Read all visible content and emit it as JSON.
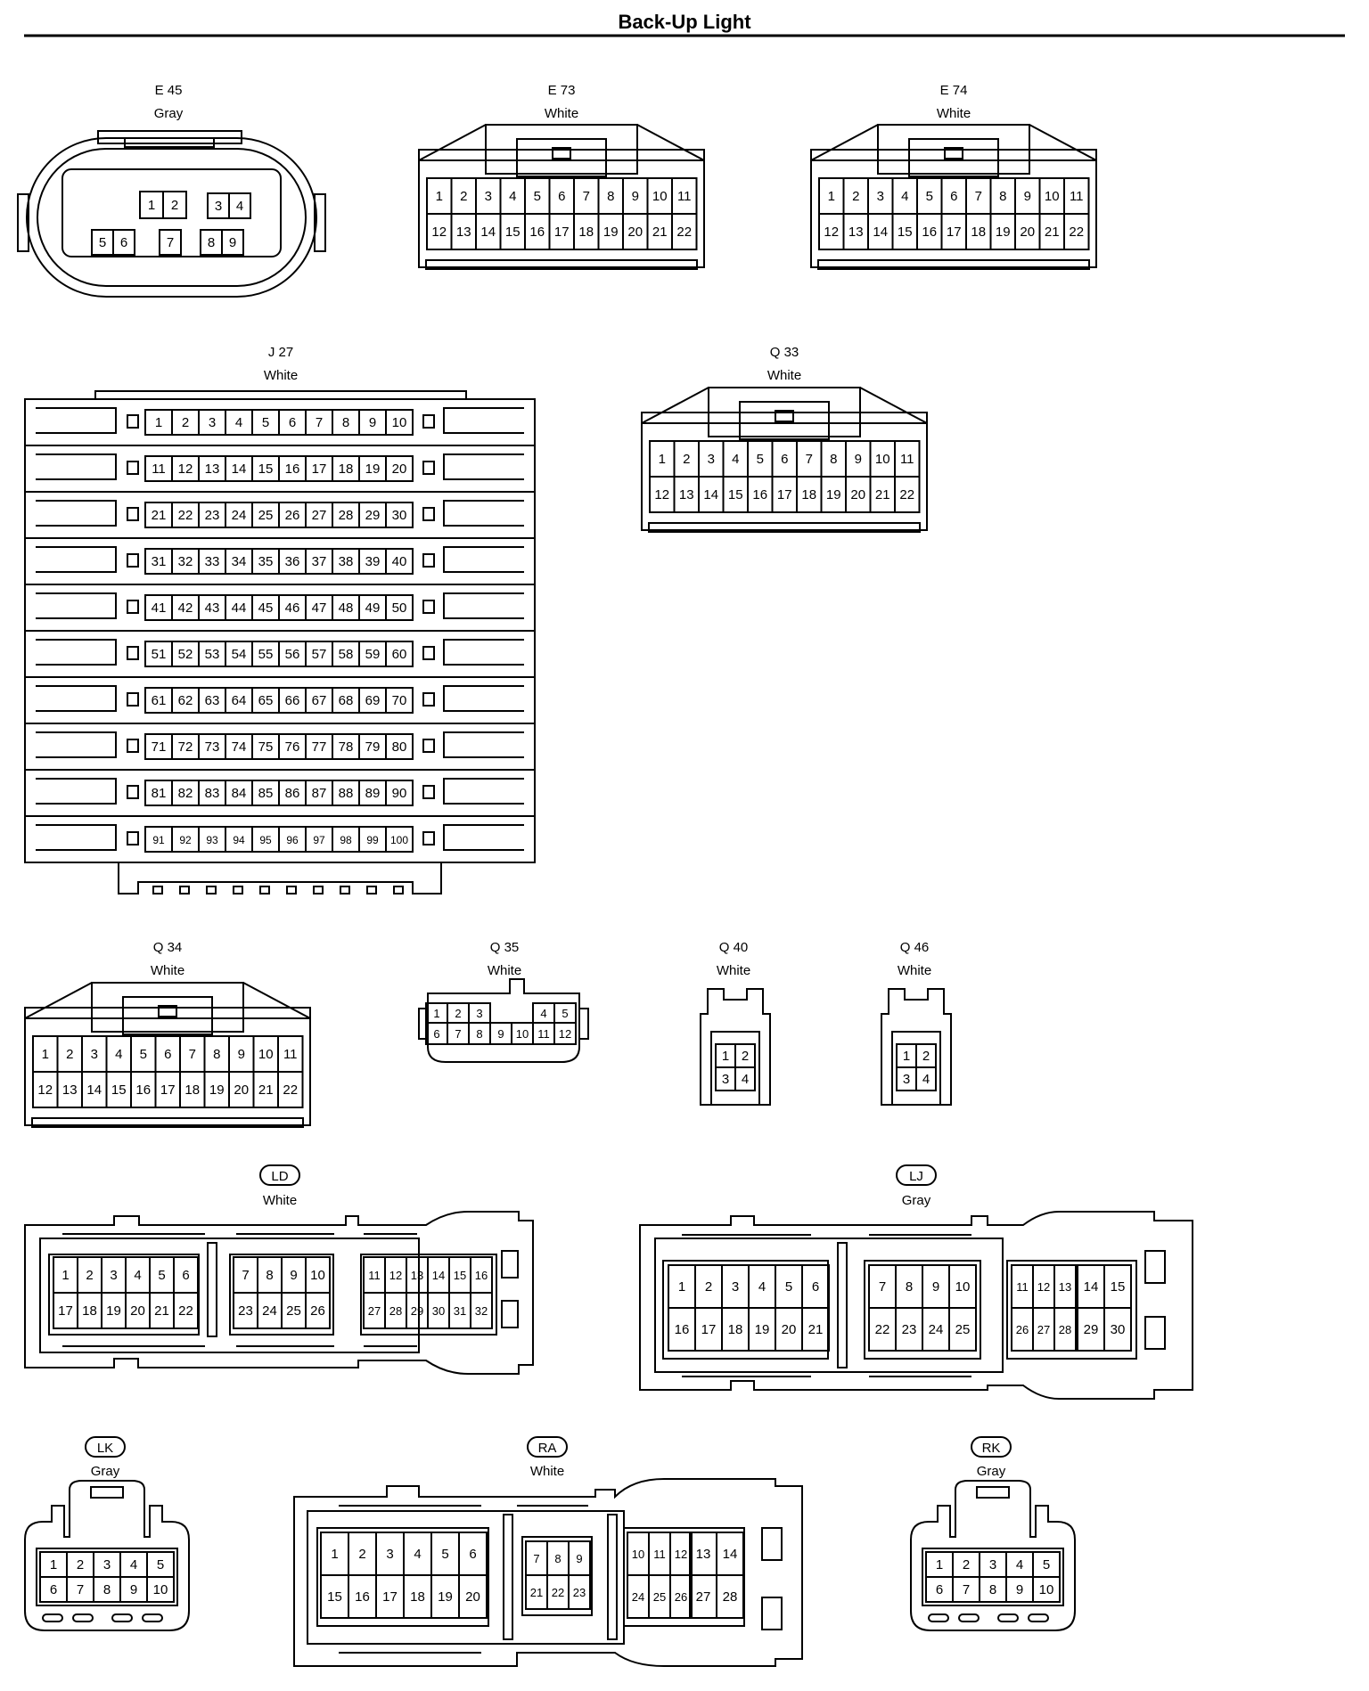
{
  "title": "Back-Up Light",
  "connectors": {
    "e45": {
      "code": "E 45",
      "color": "Gray"
    },
    "e73": {
      "code": "E 73",
      "color": "White"
    },
    "e74": {
      "code": "E 74",
      "color": "White"
    },
    "j27": {
      "code": "J 27",
      "color": "White"
    },
    "q33": {
      "code": "Q 33",
      "color": "White"
    },
    "q34": {
      "code": "Q 34",
      "color": "White"
    },
    "q35": {
      "code": "Q 35",
      "color": "White"
    },
    "q40": {
      "code": "Q 40",
      "color": "White"
    },
    "q46": {
      "code": "Q 46",
      "color": "White"
    },
    "ld": {
      "code": "LD",
      "color": "White"
    },
    "lj": {
      "code": "LJ",
      "color": "Gray"
    },
    "lk": {
      "code": "LK",
      "color": "Gray"
    },
    "ra": {
      "code": "RA",
      "color": "White"
    },
    "rk": {
      "code": "RK",
      "color": "Gray"
    }
  }
}
